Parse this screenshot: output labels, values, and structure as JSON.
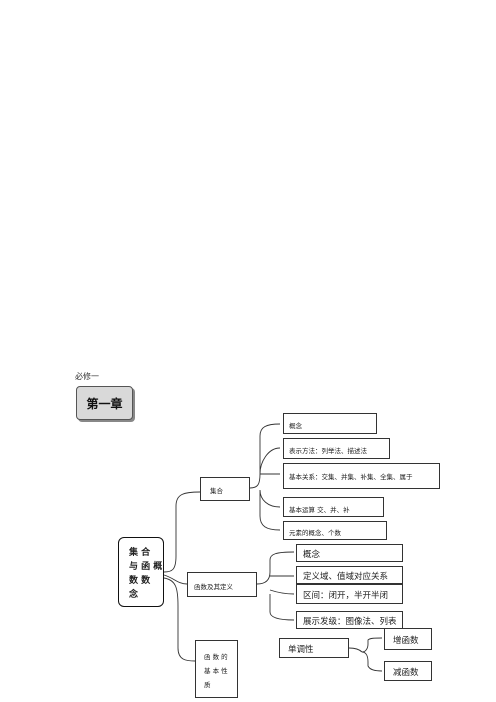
{
  "header": {
    "book_label": "必修一",
    "chapter": "第一章"
  },
  "root": {
    "line1": "集 合",
    "line2": "与 函 概",
    "line3": "数 数",
    "line4": "念"
  },
  "branches": {
    "set": {
      "label": "集合",
      "children": [
        "概念",
        "表示方法：列举法、描述法",
        "基本关系：交集、并集、补集、全集、属于",
        "基本运算 交、并、补",
        "元素的概念、个数"
      ]
    },
    "function": {
      "label": "函数及其定义",
      "children": [
        "概念",
        "定义域、值域对应关系",
        "区间：闭开，半开半闭",
        "展示发级：图像法、列表"
      ]
    },
    "properties": {
      "label_lines": [
        "函 数 的",
        "基 本 性",
        "质"
      ],
      "monotonic": {
        "label": "单调性",
        "children": [
          "增函数",
          "减函数"
        ]
      }
    }
  }
}
